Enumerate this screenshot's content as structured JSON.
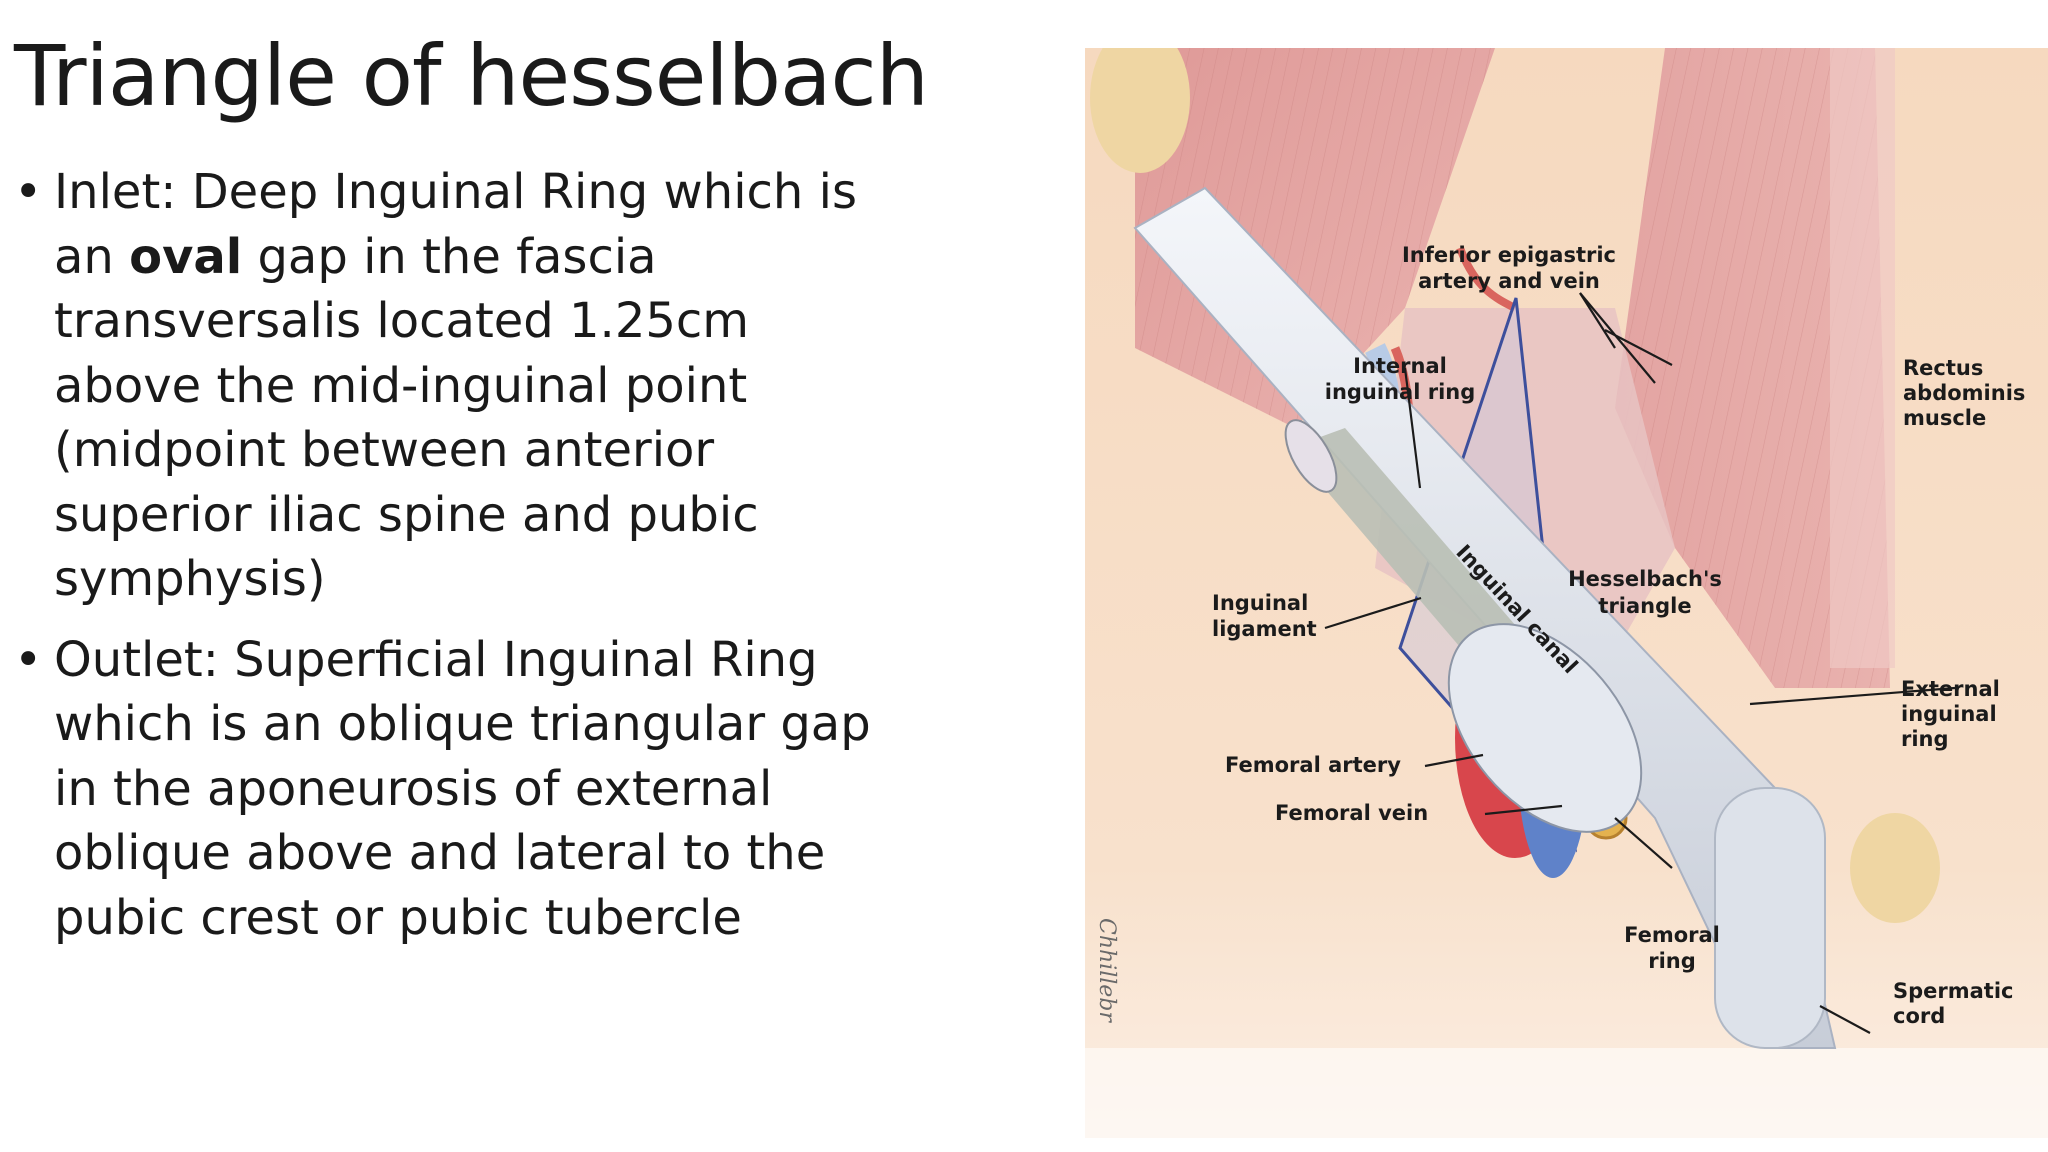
{
  "slide": {
    "title": "Triangle of hesselbach",
    "bullets": [
      {
        "marker": "•",
        "before": "Inlet: Deep Inguinal Ring which is an ",
        "bold": "oval",
        "after": " gap in the fascia transversalis located 1.25cm above the mid-inguinal point (midpoint between anterior superior iliac spine and pubic symphysis)"
      },
      {
        "marker": "•",
        "text": "Outlet: Superficial Inguinal Ring which is an oblique triangular gap in the aponeurosis of external oblique above and lateral to the pubic crest or pubic tubercle"
      }
    ]
  },
  "figure": {
    "labels": {
      "inferior_epigastric_1": "Inferior epigastric",
      "inferior_epigastric_2": "artery and vein",
      "internal_ring_1": "Internal",
      "internal_ring_2": "inguinal ring",
      "rectus_1": "Rectus",
      "rectus_2": "abdominis",
      "rectus_3": "muscle",
      "inguinal_canal": "Inguinal canal",
      "hesselbach_1": "Hesselbach's",
      "hesselbach_2": "triangle",
      "inguinal_ligament_1": "Inguinal",
      "inguinal_ligament_2": "ligament",
      "external_ring_1": "External",
      "external_ring_2": "inguinal",
      "external_ring_3": "ring",
      "femoral_artery": "Femoral artery",
      "femoral_vein": "Femoral vein",
      "femoral_ring_1": "Femoral",
      "femoral_ring_2": "ring",
      "spermatic_cord_1": "Spermatic",
      "spermatic_cord_2": "cord",
      "signature": "Chhillebr"
    }
  }
}
